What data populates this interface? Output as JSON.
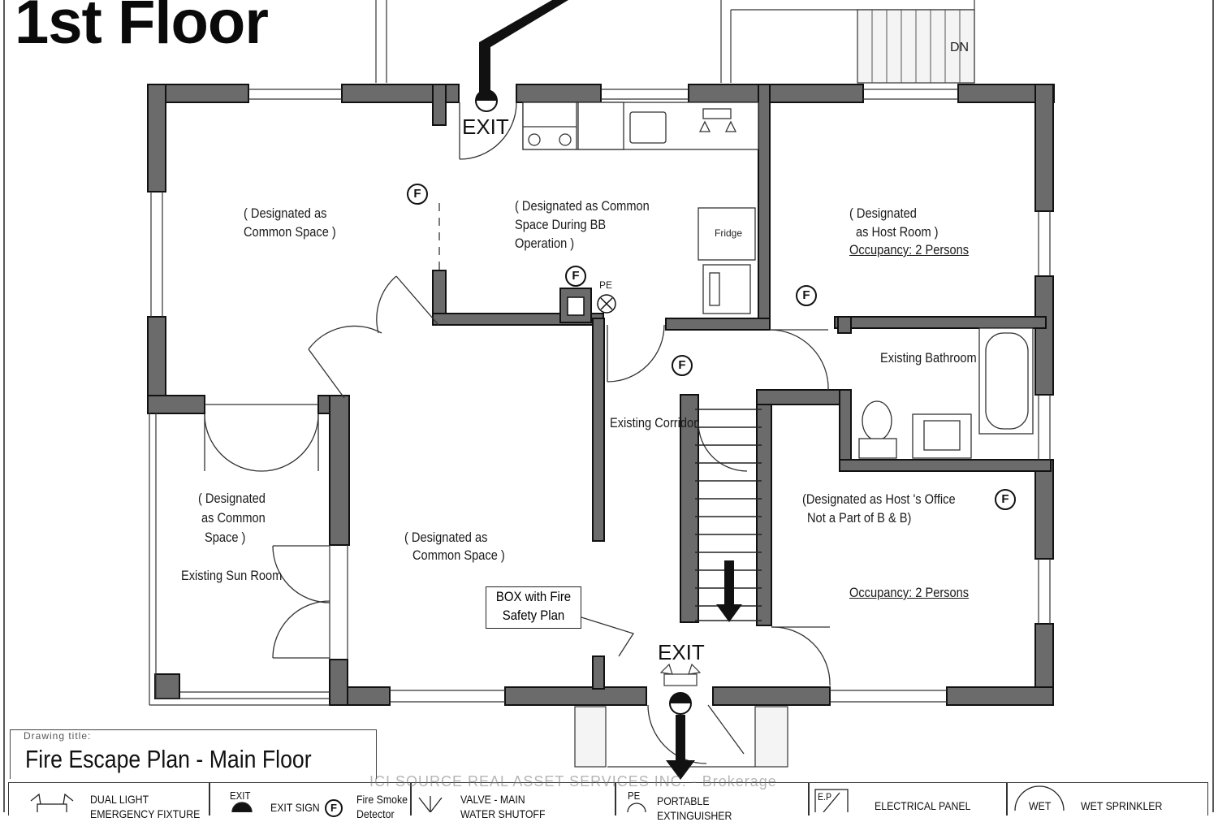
{
  "page": {
    "title": "1st Floor",
    "drawing_title_caption": "Drawing title:",
    "drawing_title": "Fire Escape Plan - Main Floor",
    "watermark": "ICI SOURCE REAL ASSET SERVICES INC. - Brokerage"
  },
  "rooms": {
    "common_space_nw": [
      "( Designated as",
      "Common Space )"
    ],
    "kitchen": [
      "( Designated as Common",
      "Space During BB",
      "Operation )"
    ],
    "host_room": [
      "( Designated",
      "as Host Room )"
    ],
    "host_room_occupancy": "Occupancy: 2 Persons",
    "bathroom": "Existing Bathroom",
    "corridor": "Existing Corridor",
    "sun_room_designation": [
      "( Designated",
      "as Common",
      "Space )"
    ],
    "sun_room": "Existing Sun Room",
    "common_space_center": [
      "( Designated as",
      "Common Space )"
    ],
    "office": [
      "(Designated as Host 's Office",
      "Not a Part of B & B)"
    ],
    "office_occupancy": "Occupancy: 2 Persons"
  },
  "fixtures": {
    "fridge": "Fridge",
    "stair_down": "DN",
    "pe_label": "PE",
    "box_with_fire_safety_plan": [
      "BOX with Fire",
      "Safety Plan"
    ],
    "fire_marker": "F"
  },
  "exits": {
    "north_exit": "EXIT",
    "south_exit": "EXIT"
  },
  "legend": [
    {
      "icon": "dual-light-fixture-icon",
      "label": "DUAL LIGHT",
      "label2": "EMERGENCY FIXTURE"
    },
    {
      "icon": "exit-sign-icon",
      "tag": "EXIT",
      "label": "EXIT SIGN"
    },
    {
      "icon": "fire-smoke-detector-icon",
      "tag": "F",
      "label": "Fire Smoke",
      "label2": "Detector"
    },
    {
      "icon": "valve-icon",
      "label": "VALVE - MAIN",
      "label2": "WATER SHUTOFF"
    },
    {
      "icon": "portable-extinguisher-icon",
      "tag": "PE",
      "label": "PORTABLE",
      "label2": "EXTINGUISHER"
    },
    {
      "icon": "electrical-panel-icon",
      "tag": "E.P",
      "label": "ELECTRICAL PANEL"
    },
    {
      "icon": "wet-sprinkler-icon",
      "tag": "WET",
      "label": "WET SPRINKLER"
    }
  ],
  "colors": {
    "wall": "#6b6b6b",
    "wall_outline": "#111111",
    "paper": "#ffffff"
  }
}
